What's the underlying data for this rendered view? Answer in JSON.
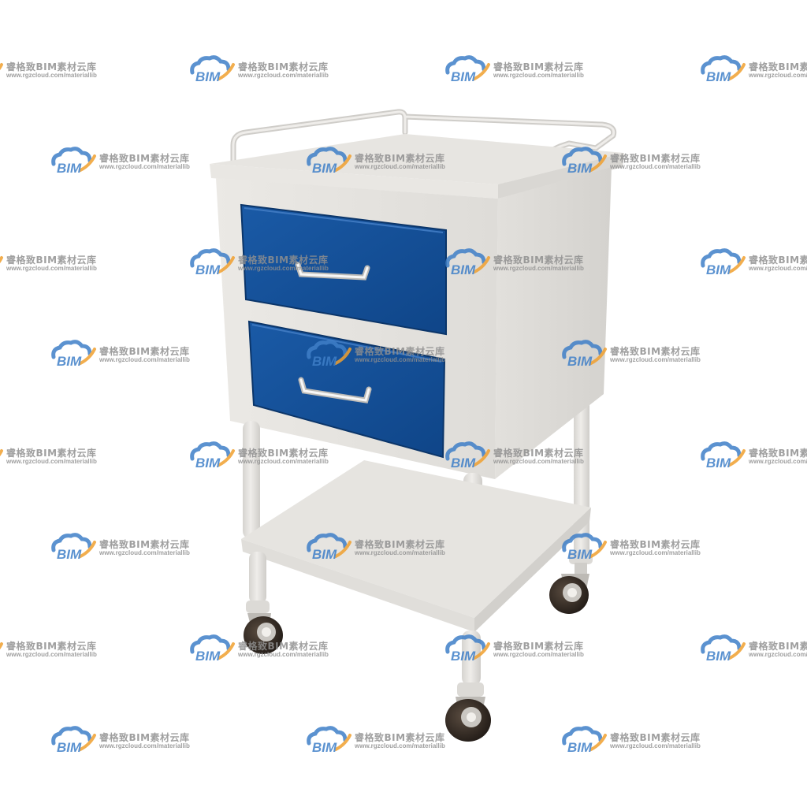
{
  "watermark": {
    "logo_text": "BIM",
    "title": "睿格致BIM素材云库",
    "url": "www.rgzcloud.com/materiallib",
    "colors": {
      "cloud": "#3f7fc8",
      "swoosh": "#f0a030",
      "text": "#8f8f8f"
    }
  },
  "cart": {
    "body_color": "#e4e2de",
    "drawer_color": "#134f9a",
    "handle_color": "#f2f2f2",
    "wheel_color": "#2e2620"
  }
}
